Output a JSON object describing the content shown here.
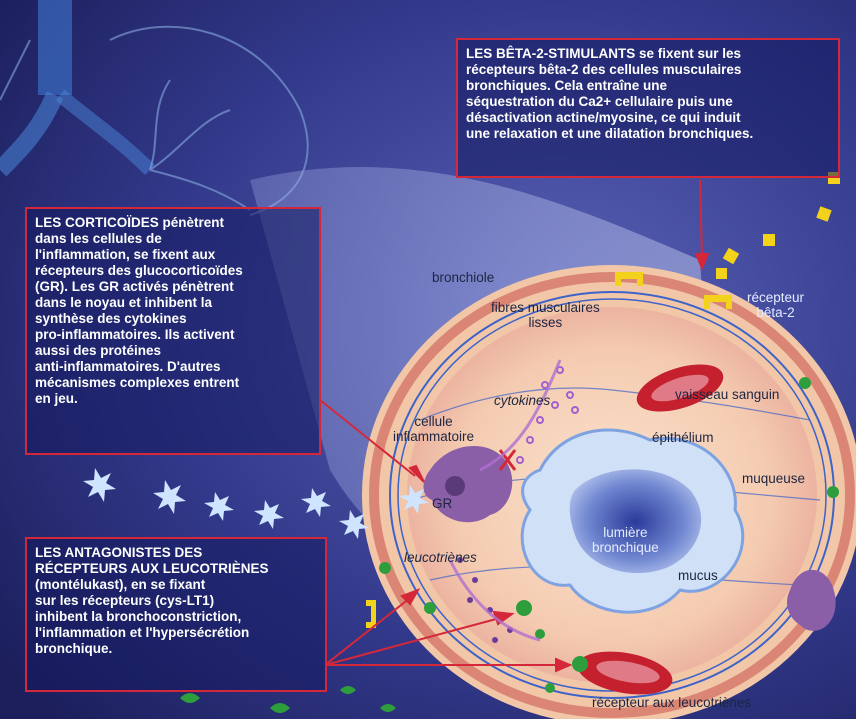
{
  "boxes": {
    "beta": "LES BÊTA-2-STIMULANTS se fixent sur les\nrécepteurs bêta-2 des cellules musculaires\nbronchiques. Cela entraîne une\nséquestration du Ca2+  cellulaire puis une\ndésactivation actine/myosine, ce qui induit\nune relaxation et une dilatation bronchiques.",
    "corticoides": "LES CORTICOÏDES pénètrent\ndans les cellules de\nl'inflammation, se fixent aux\nrécepteurs des glucocorticoïdes\n(GR). Les GR activés pénètrent\ndans le noyau et inhibent la\nsynthèse des cytokines\npro-inflammatoires. Ils activent\naussi des protéines\nanti-inflammatoires. D'autres\nmécanismes complexes entrent\nen jeu.",
    "antagonistes": "LES ANTAGONISTES DES\nRÉCEPTEURS AUX LEUCOTRIÈNES\n(montélukast), en se fixant\nsur les récepteurs (cys-LT1)\ninhibent la bronchoconstriction,\nl'inflammation et l'hypersécrétion\nbronchique."
  },
  "labels": {
    "bronchiole": "bronchiole",
    "fibres": "fibres musculaires\nlisses",
    "recepteur_beta": "récepteur\nbêta-2",
    "cytokines": "cytokines",
    "vaisseau": "vaisseau sanguin",
    "cellule": "cellule\ninflammatoire",
    "epithelium": "épithélium",
    "muqueuse": "muqueuse",
    "gr": "GR",
    "lumiere": "lumière\nbronchique",
    "leucotrienes": "leucotriènes",
    "mucus": "mucus",
    "recepteur_leuco": "récepteur aux leucotriènes"
  },
  "colors": {
    "background": "#2a2f7a",
    "box_border": "#d4283a",
    "arrow": "#d4283a",
    "receptor": "#f2d21b",
    "leukotriene_receptor": "#2e9e3c",
    "blood_vessel": "#c4202e",
    "inflammatory_cell": "#8a5fa8",
    "tissue": "#f2c7a8"
  }
}
